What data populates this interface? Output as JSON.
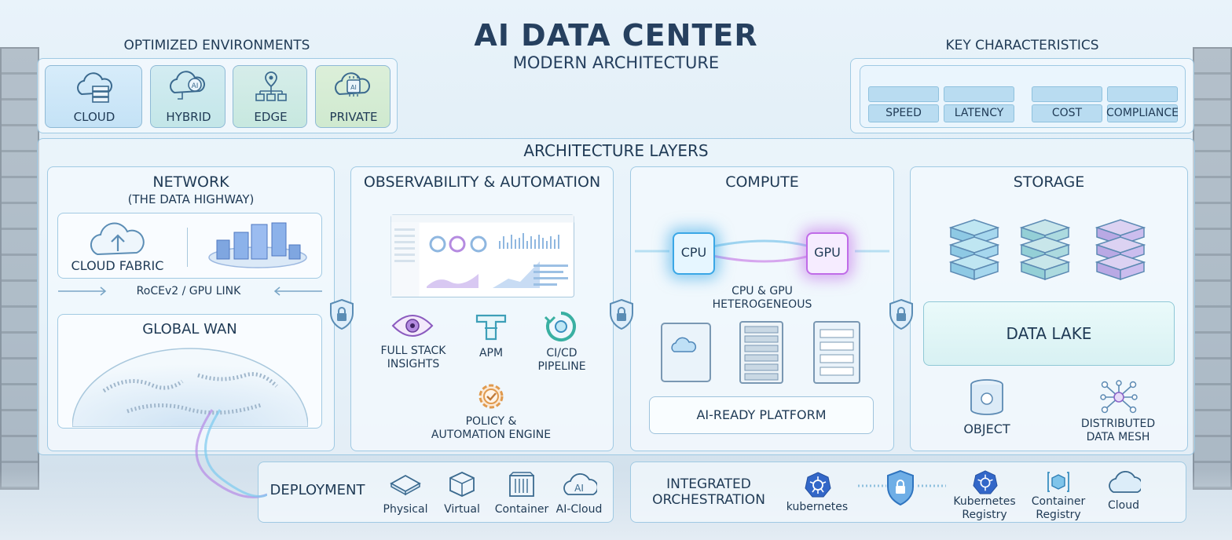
{
  "header": {
    "title": "AI DATA CENTER",
    "subtitle": "MODERN ARCHITECTURE"
  },
  "environments": {
    "heading": "OPTIMIZED ENVIRONMENTS",
    "items": [
      {
        "label": "CLOUD",
        "icon": "cloud-server-icon"
      },
      {
        "label": "HYBRID",
        "icon": "cloud-ai-icon"
      },
      {
        "label": "EDGE",
        "icon": "edge-network-icon"
      },
      {
        "label": "PRIVATE",
        "icon": "ai-chip-cloud-icon"
      }
    ]
  },
  "characteristics": {
    "heading": "KEY CHARACTERISTICS",
    "items": [
      "SPEED",
      "LATENCY",
      "COST",
      "COMPLIANCE"
    ]
  },
  "layers": {
    "heading": "ARCHITECTURE LAYERS",
    "network": {
      "title": "NETWORK",
      "subtitle": "(THE DATA HIGHWAY)",
      "cloud_fabric": "CLOUD FABRIC",
      "link": "RoCEv2 / GPU LINK",
      "wan": "GLOBAL WAN"
    },
    "observability": {
      "title": "OBSERVABILITY & AUTOMATION",
      "items": [
        {
          "label": "FULL STACK INSIGHTS",
          "line1": "FULL STACK",
          "line2": "INSIGHTS"
        },
        {
          "label": "APM",
          "line1": "APM",
          "line2": ""
        },
        {
          "label": "CI/CD PIPELINE",
          "line1": "CI/CD",
          "line2": "PIPELINE"
        }
      ],
      "policy": {
        "line1": "POLICY &",
        "line2": "AUTOMATION ENGINE"
      }
    },
    "compute": {
      "title": "COMPUTE",
      "cpu": "CPU",
      "gpu": "GPU",
      "hetero_line1": "CPU & GPU",
      "hetero_line2": "HETEROGENEOUS",
      "platform": "AI-READY PLATFORM"
    },
    "storage": {
      "title": "STORAGE",
      "data_lake": "DATA LAKE",
      "object": "OBJECT",
      "mesh_line1": "DISTRIBUTED",
      "mesh_line2": "DATA MESH"
    }
  },
  "deployment": {
    "title": "DEPLOYMENT",
    "items": [
      "Physical",
      "Virtual",
      "Container",
      "AI-Cloud"
    ]
  },
  "orchestration": {
    "title_line1": "INTEGRATED",
    "title_line2": "ORCHESTRATION",
    "kubernetes": "kubernetes",
    "k8s_registry_line1": "Kubernetes",
    "k8s_registry_line2": "Registry",
    "container_registry_line1": "Container",
    "container_registry_line2": "Registry",
    "cloud": "Cloud"
  },
  "colors": {
    "accent_blue": "#3aa7e6",
    "accent_purple": "#c06be8",
    "panel_border": "#8fbad6",
    "tile_blue": "#b9dcf1",
    "text_dark": "#1f3a55"
  }
}
